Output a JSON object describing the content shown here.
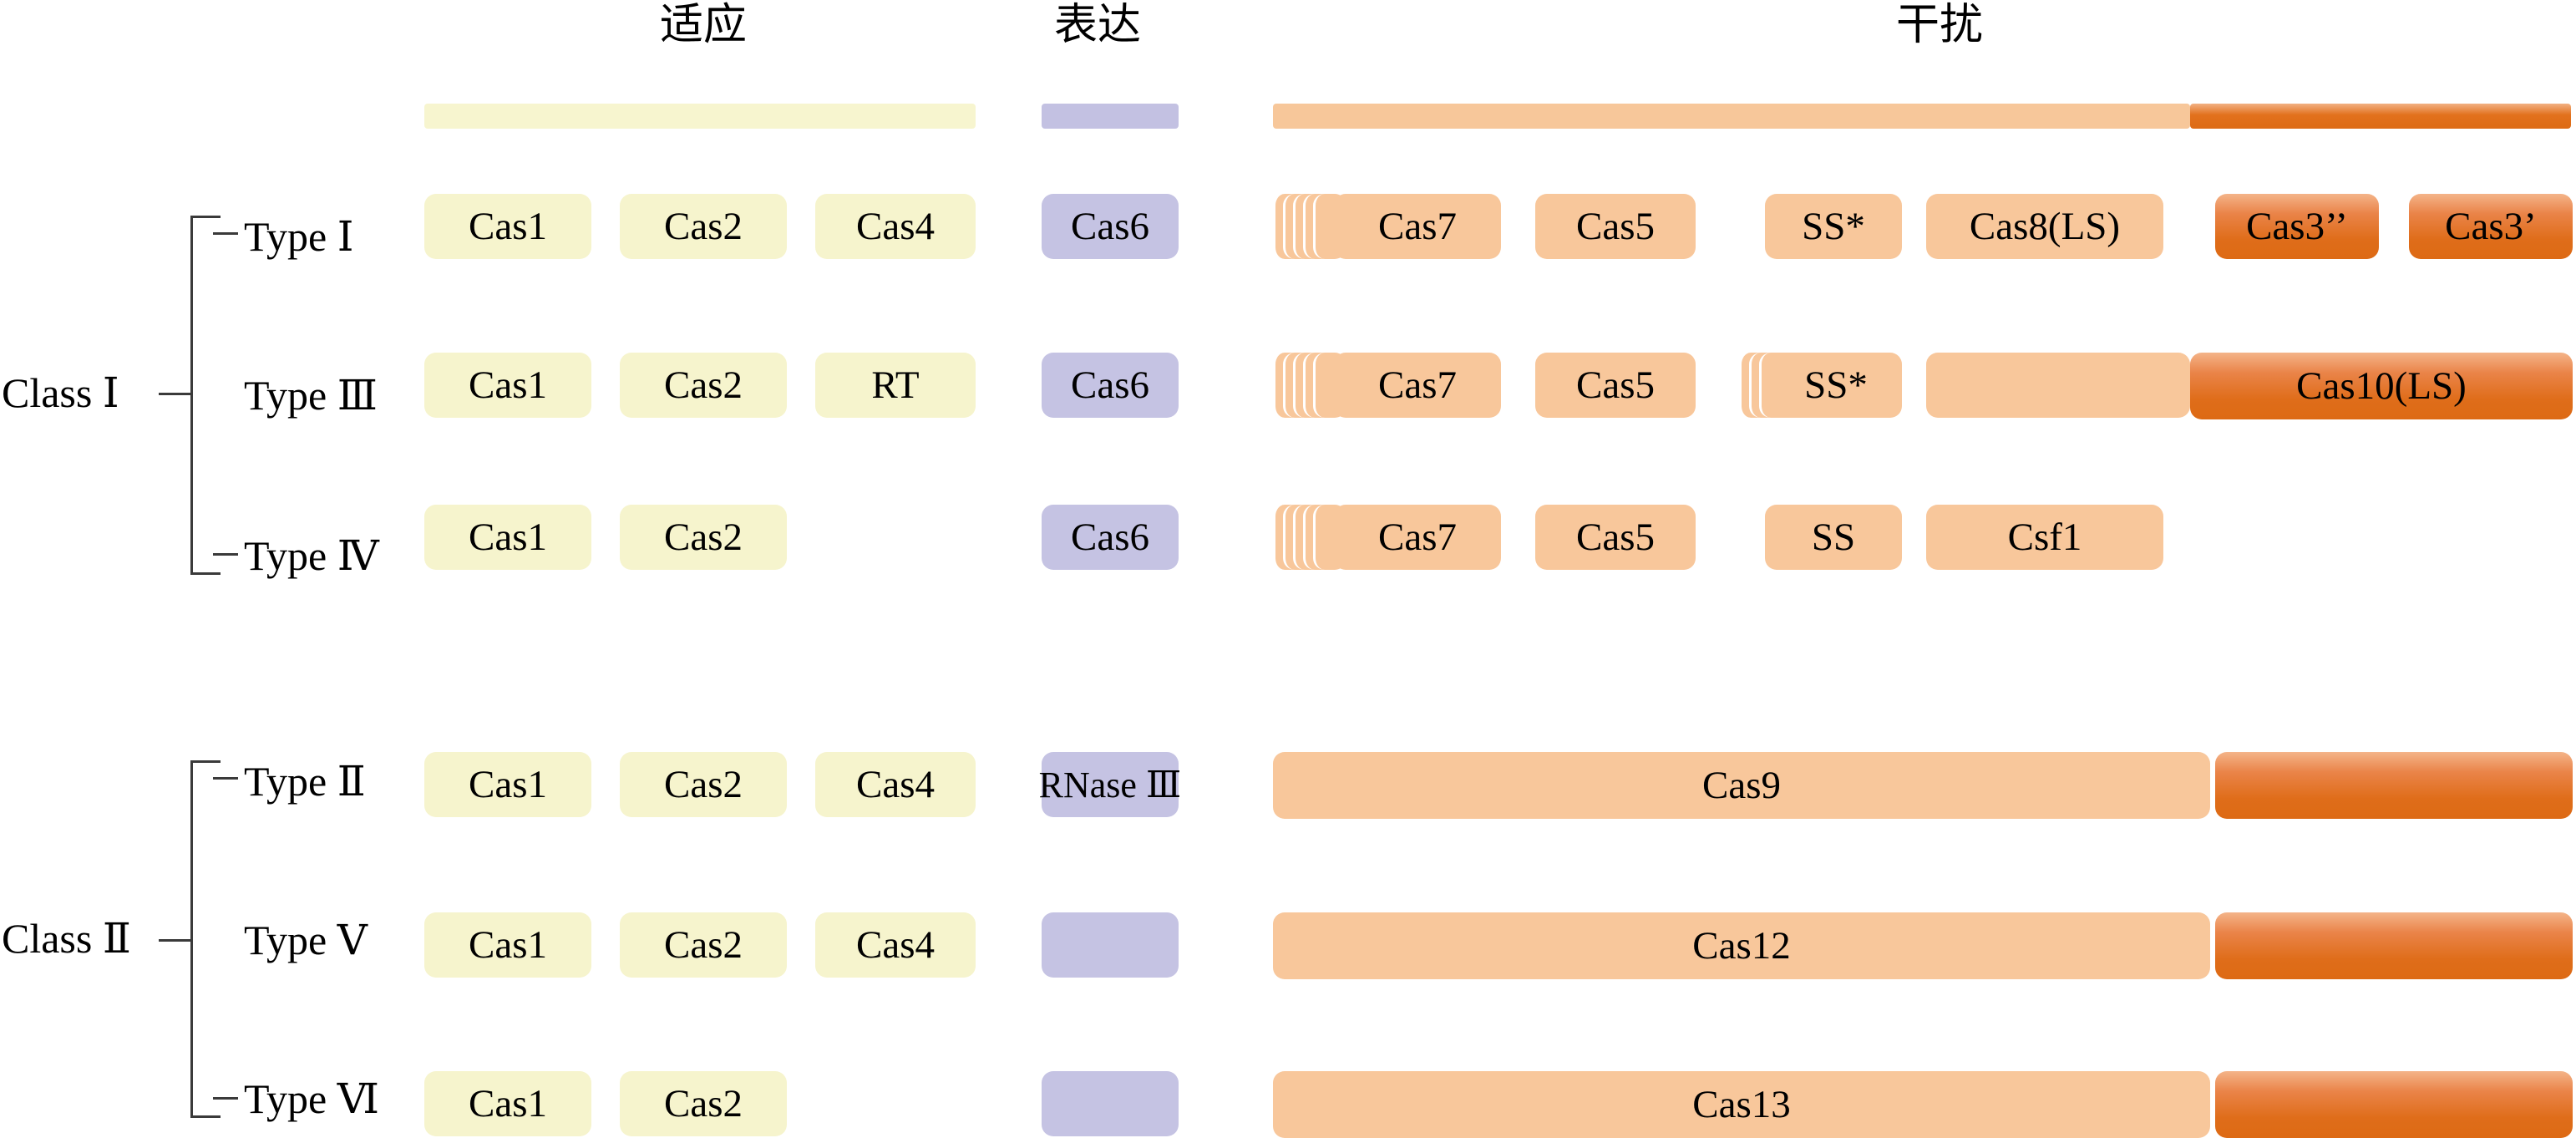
{
  "diagram": {
    "title": "CRISPR-Cas systems classification",
    "stage_headers": [
      {
        "id": "adaptation",
        "label": "适应"
      },
      {
        "id": "expression",
        "label": "表达"
      },
      {
        "id": "interference",
        "label": "干扰"
      }
    ],
    "colors": {
      "adaptation_fill": "#f6f4cd",
      "expression_fill": "#c5c3e3",
      "interference_fill": "#f8c79b",
      "effector_fill": "#dd6b15",
      "bracket_stroke": "#3a3a3a",
      "background": "#ffffff"
    },
    "classes": [
      {
        "id": "class-1",
        "label": "Class Ⅰ",
        "types": [
          {
            "id": "type-1",
            "label": "Type Ⅰ",
            "adaptation": [
              "Cas1",
              "Cas2",
              "Cas4"
            ],
            "expression": [
              "Cas6"
            ],
            "interference": [
              "Cas7",
              "Cas5",
              "SS*",
              "Cas8(LS)",
              "Cas3’’",
              "Cas3’"
            ]
          },
          {
            "id": "type-3",
            "label": "Type Ⅲ",
            "adaptation": [
              "Cas1",
              "Cas2",
              "RT"
            ],
            "expression": [
              "Cas6"
            ],
            "interference": [
              "Cas7",
              "Cas5",
              "SS*",
              "",
              "Cas10(LS)"
            ]
          },
          {
            "id": "type-4",
            "label": "Type Ⅳ",
            "adaptation": [
              "Cas1",
              "Cas2"
            ],
            "expression": [
              "Cas6"
            ],
            "interference": [
              "Cas7",
              "Cas5",
              "SS",
              "Csf1"
            ]
          }
        ]
      },
      {
        "id": "class-2",
        "label": "Class Ⅱ",
        "types": [
          {
            "id": "type-2",
            "label": "Type Ⅱ",
            "adaptation": [
              "Cas1",
              "Cas2",
              "Cas4"
            ],
            "expression": [
              "RNase Ⅲ"
            ],
            "interference": [
              "Cas9",
              ""
            ]
          },
          {
            "id": "type-5",
            "label": "Type Ⅴ",
            "adaptation": [
              "Cas1",
              "Cas2",
              "Cas4"
            ],
            "expression": [
              ""
            ],
            "interference": [
              "Cas12",
              ""
            ]
          },
          {
            "id": "type-6",
            "label": "Type Ⅵ",
            "adaptation": [
              "Cas1",
              "Cas2"
            ],
            "expression": [
              ""
            ],
            "interference": [
              "Cas13",
              ""
            ]
          }
        ]
      }
    ]
  }
}
